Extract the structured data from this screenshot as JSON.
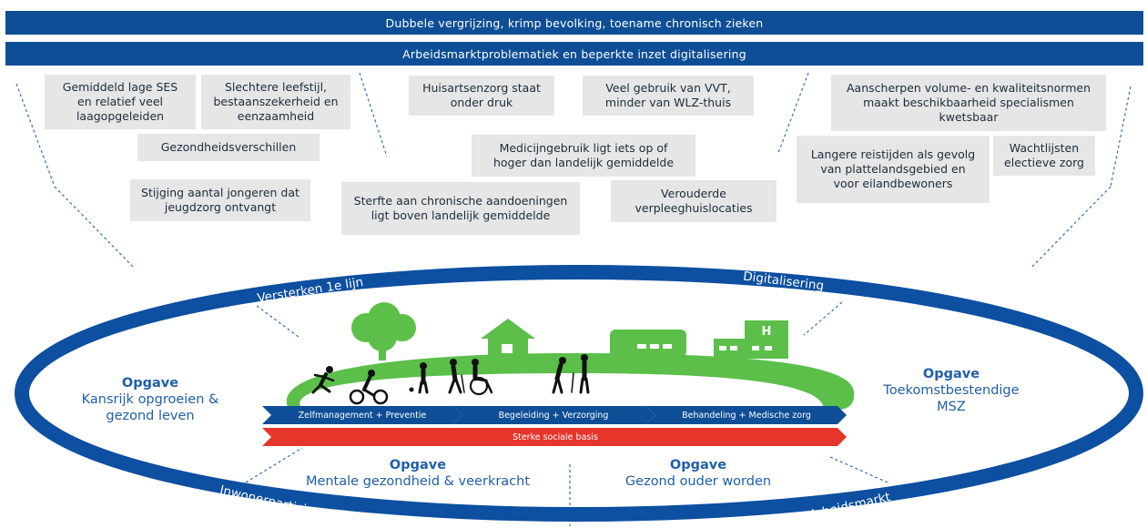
{
  "banners": [
    "Dubbele vergrijzing, krimp bevolking, toename chronisch zieken",
    "Arbeidsmarktproblematiek en beperkte inzet digitalisering"
  ],
  "challenges": [
    "Gemiddeld lage SES\nen relatief veel\nlaagopgeleiden",
    "Slechtere leefstijl,\nbestaanszekerheid en\neenzaamheid",
    "Gezondheidsverschillen",
    "Stijging aantal jongeren dat\njeugdzorg ontvangt",
    "Huisartsenzorg staat\nonder druk",
    "Veel gebruik van VVT,\nminder van WLZ-thuis",
    "Medicijngebruik ligt iets op of\nhoger dan landelijk gemiddelde",
    "Sterfte aan chronische aandoeningen\nligt boven landelijk gemiddelde",
    "Verouderde\nverpleeghuislocaties",
    "Aanscherpen volume- en kwaliteitsnormen\nmaakt beschikbaarheid specialismen\nkwetsbaar",
    "Langere reistijden als gevolg\nvan plattelandsgebied en\nvoor eilandbewoners",
    "Wachtlijsten\nelectieve zorg"
  ],
  "ring_labels": {
    "top_left": "Versterken 1e lijn",
    "top_right": "Digitalisering",
    "bottom_left": "Inwonerparticipatie",
    "bottom_right": "Arbeidsmarkt"
  },
  "opgaven": [
    {
      "title": "Opgave",
      "text": "Kansrijk opgroeien &\ngezond leven"
    },
    {
      "title": "Opgave",
      "text": "Toekomstbestendige\nMSZ"
    },
    {
      "title": "Opgave",
      "text": "Mentale gezondheid & veerkracht"
    },
    {
      "title": "Opgave",
      "text": "Gezond ouder worden"
    }
  ],
  "flow_steps": [
    "Zelfmanagement + Preventie",
    "Begeleiding + Verzorging",
    "Behandeling + Medische zorg"
  ],
  "basis_label": "Sterke sociale basis",
  "colors": {
    "dark_blue": "#0e4e96",
    "ring_blue": "#0d4fa0",
    "green": "#5bbf4a",
    "red": "#e6352b",
    "box_gray": "#e6e6e6",
    "text_blue": "#1f5fa8"
  },
  "icons": [
    "tree-icon",
    "house-icon",
    "clinic-icon",
    "hospital-icon",
    "runner-icon",
    "cyclist-icon",
    "child-icon",
    "elderly-walker-icon",
    "wheelchair-icon",
    "elderly-couple-icon"
  ]
}
